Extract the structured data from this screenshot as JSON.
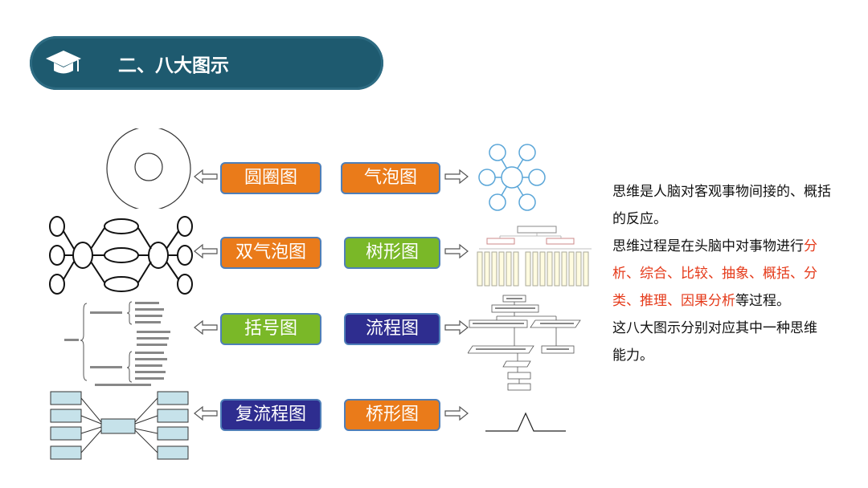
{
  "header": {
    "title": "二、八大图示",
    "icon": "graduation-cap-icon"
  },
  "labels": {
    "circle": "圆圈图",
    "bubble": "气泡图",
    "double_bubble": "双气泡图",
    "tree": "树形图",
    "brace": "括号图",
    "flow": "流程图",
    "multi_flow": "复流程图",
    "bridge": "桥形图"
  },
  "text": {
    "p1": "思维是人脑对客观事物间接的、概括的反应。",
    "p2_prefix": "思维过程是在头脑中对事物进行",
    "p2_red": "分析、综合、比较、抽象、概括、分类、推理、因果分析",
    "p2_suffix": "等过程。",
    "p3": "这八大图示分别对应其中一种思维能力。"
  },
  "colors": {
    "banner": "#1e5a6f",
    "orange": "#ea7b1a",
    "green": "#7ab828",
    "navy": "#2e2d8f",
    "red": "#e53a1a"
  }
}
